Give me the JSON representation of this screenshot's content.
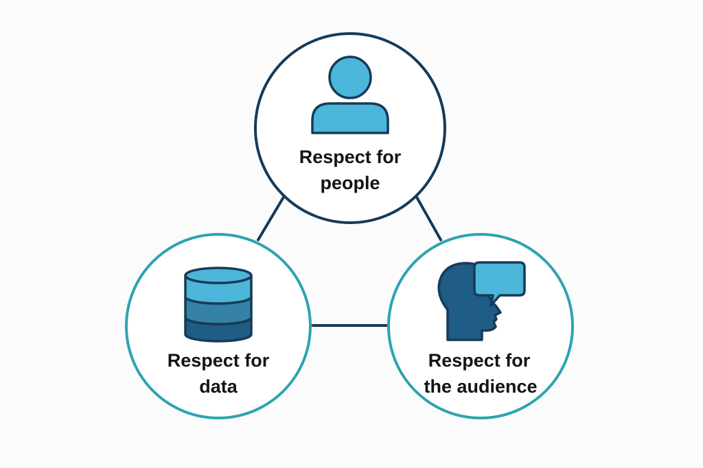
{
  "colors": {
    "background": "#fbfbfb",
    "dark_navy": "#173a57",
    "teal": "#2ea3b0",
    "light_blue": "#4bb6d9",
    "mid_blue": "#3582a6",
    "deep_blue": "#1f5c86",
    "text": "#111418"
  },
  "nodes": {
    "people": {
      "icon": "person-icon",
      "label_line1": "Respect for",
      "label_line2": "people"
    },
    "data": {
      "icon": "database-icon",
      "label_line1": "Respect for",
      "label_line2": "data"
    },
    "audience": {
      "icon": "speaking-head-icon",
      "label_line1": "Respect for",
      "label_line2": "the audience"
    }
  }
}
